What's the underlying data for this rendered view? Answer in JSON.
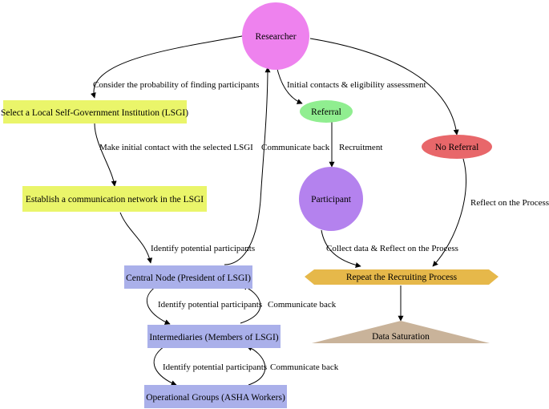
{
  "nodes": {
    "researcher": {
      "label": "Researcher",
      "color": "#ee82ee"
    },
    "lsgi_select": {
      "label": "Select a Local Self-Government Institution (LSGI)",
      "color": "#eaf56a"
    },
    "network": {
      "label": "Establish a communication network in the LSGI",
      "color": "#eaf56a"
    },
    "central_node": {
      "label": "Central Node (President of LSGI)",
      "color": "#aab0ea"
    },
    "intermediaries": {
      "label": "Intermediaries (Members of LSGI)",
      "color": "#aab0ea"
    },
    "operational": {
      "label": "Operational Groups (ASHA Workers)",
      "color": "#aab0ea"
    },
    "referral": {
      "label": "Referral",
      "color": "#90ee90"
    },
    "no_referral": {
      "label": "No Referral",
      "color": "#e8676a"
    },
    "participant": {
      "label": "Participant",
      "color": "#b482ee"
    },
    "repeat": {
      "label": "Repeat the Recruiting Process",
      "color": "#e6b84a"
    },
    "saturation": {
      "label": "Data Saturation",
      "color": "#c9b39a"
    }
  },
  "edges": {
    "consider": "Consider the probability of finding participants",
    "initial_contacts": "Initial contacts & eligibility assessment",
    "make_contact": "Make initial contact with the selected LSGI",
    "communicate_back_1": "Communicate back",
    "recruitment": "Recruitment",
    "identify_1": "Identify potential participants",
    "reflect": "Reflect on the Process",
    "collect": "Collect data & Reflect on the Process",
    "identify_2": "Identify potential participants",
    "communicate_back_2": "Communicate back",
    "identify_3": "Identify potential participants",
    "communicate_back_3": "Communicate back"
  }
}
